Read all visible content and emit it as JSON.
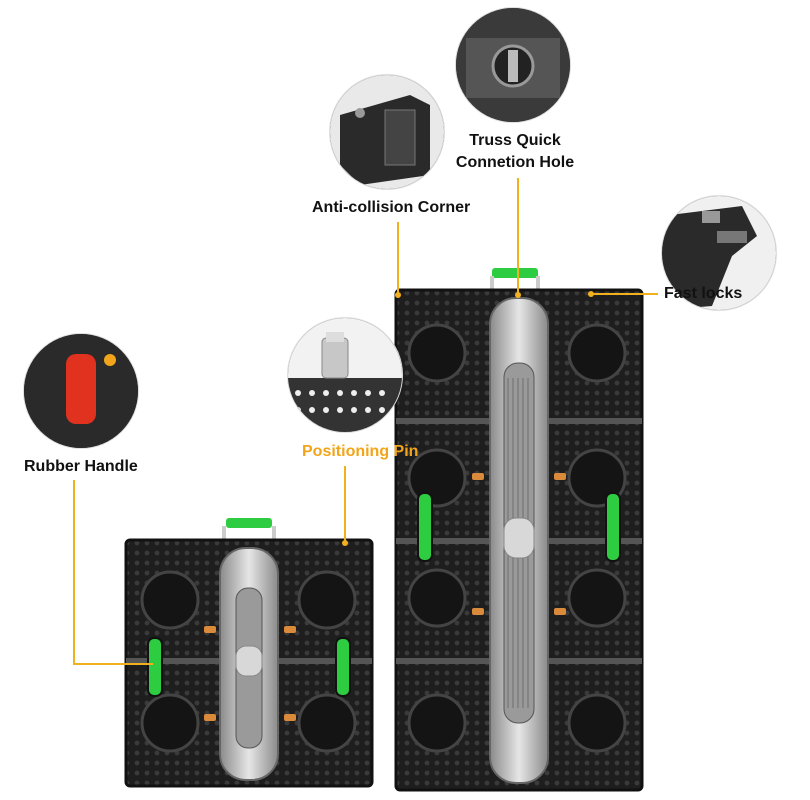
{
  "labels": {
    "truss_hole": "Truss Quick\nConnetion Hole",
    "anti_collision": "Anti-collision Corner",
    "fast_locks": "Fast locks",
    "positioning_pin": "Positioning Pin",
    "rubber_handle": "Rubber Handle"
  },
  "colors": {
    "accent": "#f2a51a",
    "panel": "#2a2a2a",
    "handle": "#2ecc40",
    "frame": "#bfbfbf"
  }
}
